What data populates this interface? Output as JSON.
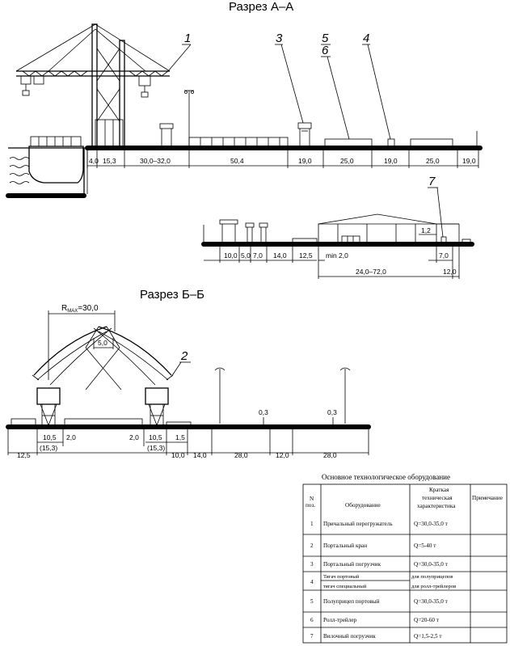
{
  "sections": {
    "aa": {
      "title": "Разрез А–А",
      "dims": [
        "4,0",
        "15,3",
        "30,0–32,0",
        "50,4",
        "19,0",
        "25,0",
        "19,0",
        "25,0",
        "19,0"
      ],
      "labels": [
        "1",
        "3",
        "5",
        "6",
        "4"
      ]
    },
    "aa2": {
      "dims": [
        "10,0",
        "5,0",
        "7,0",
        "14,0",
        "12,5",
        "min 2,0",
        "24,0–72,0",
        "7,0",
        "12,0",
        "1,2"
      ],
      "labels": [
        "7"
      ]
    },
    "bb": {
      "title": "Разрез Б–Б",
      "radius_main": "R",
      "radius_sub": "MAX",
      "radius_value": "=30,0",
      "dims": [
        "5,0",
        "12,5",
        "10,5",
        "(15,3)",
        "2,0",
        "2,0",
        "10,5",
        "(15,3)",
        "1,5",
        "10,0",
        "14,0",
        "28,0",
        "12,0",
        "28,0",
        "0,3",
        "0,3"
      ],
      "labels": [
        "2"
      ]
    }
  },
  "table": {
    "title": "Основное технологическое оборудование",
    "headers": {
      "n1": "N",
      "n2": "поз.",
      "equipment": "Оборудование",
      "spec1": "Краткая",
      "spec2": "техническая",
      "spec3": "характеристика",
      "note": "Примечание"
    },
    "rows": [
      {
        "n": "1",
        "equipment": "Причальный перегружатель",
        "spec": "Q=30,0-35,0 т"
      },
      {
        "n": "2",
        "equipment": "Портальный кран",
        "spec": "Q=5-40 т"
      },
      {
        "n": "3",
        "equipment": "Портальный погрузчик",
        "spec": "Q=30,0-35,0 т"
      },
      {
        "n": "4",
        "equipment": "Тягач портовый",
        "equipment2": "тягач специальный",
        "spec": "для полуприцепов",
        "spec2": "для ролл-трейлеров"
      },
      {
        "n": "5",
        "equipment": "Полуприцеп портовый",
        "spec": "Q=30,0-35,0 т"
      },
      {
        "n": "6",
        "equipment": "Ролл-трейлер",
        "spec": "Q=20-60 т"
      },
      {
        "n": "7",
        "equipment": "Вилочный погрузчик",
        "spec": "Q=1,5-2,5 т"
      }
    ]
  }
}
